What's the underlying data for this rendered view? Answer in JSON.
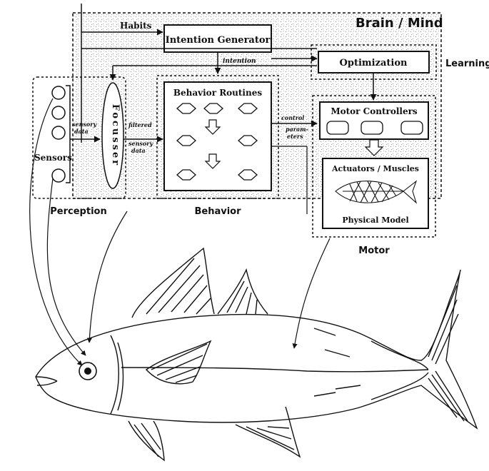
{
  "diagram": {
    "brain_mind_label": "Brain / Mind",
    "habits_label": "Habits",
    "intention_generator_label": "Intention Generator",
    "intention_label": "intention",
    "optimization_label": "Optimization",
    "learning_label": "Learning",
    "behavior_routines_label": "Behavior Routines",
    "behavior_label": "Behavior",
    "motor_controllers_label": "Motor Controllers",
    "control_parameters_label_line1": "control",
    "control_parameters_label_line2": "param-",
    "control_parameters_label_line3": "eters",
    "actuators_label": "Actuators / Muscles",
    "physical_model_label": "Physical Model",
    "motor_label": "Motor",
    "sensors_label": "Sensors",
    "sensory_data_line1": "sensory",
    "sensory_data_line2": "data",
    "focusser_label": "Focusser",
    "filtered_line1": "filtered",
    "filtered_line2": "sensory",
    "filtered_line3": "data",
    "perception_label": "Perception"
  },
  "colors": {
    "ink": "#111111",
    "noise": "#9a9a9a",
    "background": "#ffffff"
  }
}
